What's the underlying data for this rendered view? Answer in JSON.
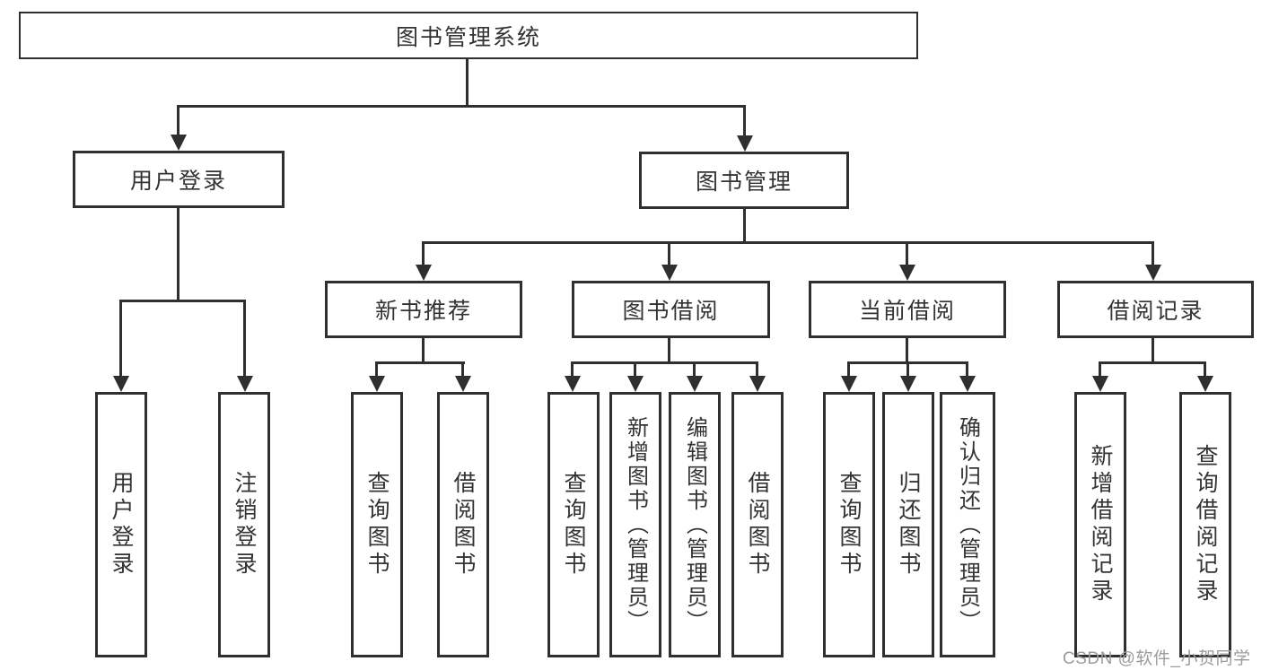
{
  "title": "图书管理系统",
  "watermark": "CSDN @软件_小贺同学",
  "colors": {
    "line": "#2f2f2f",
    "box_background": "#ffffff",
    "text": "#333333",
    "watermark": "#9c9c9c"
  },
  "nodes": {
    "root": {
      "label": "图书管理系统"
    },
    "user_login": {
      "label": "用户登录",
      "children": [
        "用户登录",
        "注销登录"
      ]
    },
    "book_mgmt": {
      "label": "图书管理",
      "children": [
        "新书推荐",
        "图书借阅",
        "当前借阅",
        "借阅记录"
      ]
    },
    "new_book": {
      "label": "新书推荐",
      "children": [
        "查询图书",
        "借阅图书"
      ]
    },
    "book_borrow": {
      "label": "图书借阅",
      "children": [
        "查询图书",
        "新增图书（管理员）",
        "编辑图书（管理员）",
        "借阅图书"
      ]
    },
    "current_borrow": {
      "label": "当前借阅",
      "children": [
        "查询图书",
        "归还图书",
        "确认归还（管理员）"
      ]
    },
    "borrow_record": {
      "label": "借阅记录",
      "children": [
        "新增借阅记录",
        "查询借阅记录"
      ]
    }
  },
  "leaves": [
    {
      "label": "用户登录",
      "parent": "用户登录"
    },
    {
      "label": "注销登录",
      "parent": "用户登录"
    },
    {
      "label": "查询图书",
      "parent": "新书推荐"
    },
    {
      "label": "借阅图书",
      "parent": "新书推荐"
    },
    {
      "label": "查询图书",
      "parent": "图书借阅"
    },
    {
      "label": "新增图书（管理员）",
      "parent": "图书借阅"
    },
    {
      "label": "编辑图书（管理员）",
      "parent": "图书借阅"
    },
    {
      "label": "借阅图书",
      "parent": "图书借阅"
    },
    {
      "label": "查询图书",
      "parent": "当前借阅"
    },
    {
      "label": "归还图书",
      "parent": "当前借阅"
    },
    {
      "label": "确认归还（管理员）",
      "parent": "当前借阅"
    },
    {
      "label": "新增借阅记录",
      "parent": "借阅记录"
    },
    {
      "label": "查询借阅记录",
      "parent": "借阅记录"
    }
  ]
}
